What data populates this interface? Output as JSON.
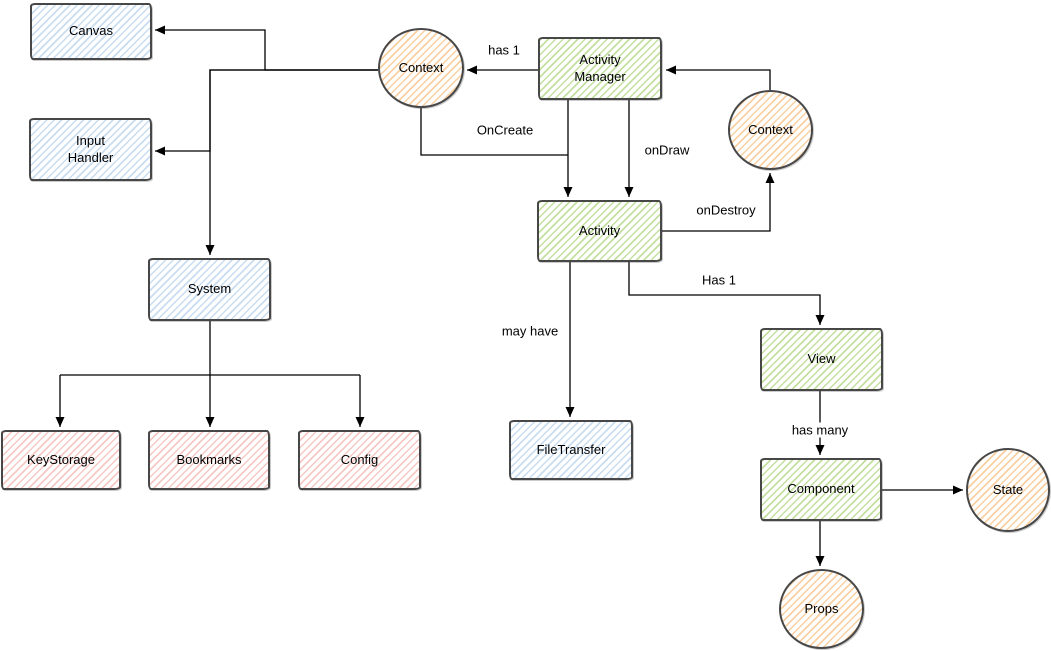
{
  "nodes": {
    "canvas": {
      "label": "Canvas"
    },
    "input_handler": {
      "label": "Input Handler"
    },
    "system": {
      "label": "System"
    },
    "keystorage": {
      "label": "KeyStorage"
    },
    "bookmarks": {
      "label": "Bookmarks"
    },
    "config": {
      "label": "Config"
    },
    "context_left": {
      "label": "Context"
    },
    "activity_manager": {
      "label": "Activity Manager"
    },
    "context_right": {
      "label": "Context"
    },
    "activity": {
      "label": "Activity"
    },
    "filetransfer": {
      "label": "FileTransfer"
    },
    "view": {
      "label": "View"
    },
    "component": {
      "label": "Component"
    },
    "state": {
      "label": "State"
    },
    "props": {
      "label": "Props"
    }
  },
  "edge_labels": {
    "has_1_left": "has 1",
    "oncreate": "OnCreate",
    "ondraw": "onDraw",
    "ondestroy": "onDestroy",
    "has_1_right": "Has 1",
    "may_have": "may have",
    "has_many": "has many"
  },
  "colors": {
    "blue_hatch": "#c8ddf2",
    "green_hatch": "#c3e0a0",
    "red_hatch": "#f6c9c5",
    "orange_hatch": "#f8d0a2",
    "border": "#474747",
    "line": "#000000"
  }
}
